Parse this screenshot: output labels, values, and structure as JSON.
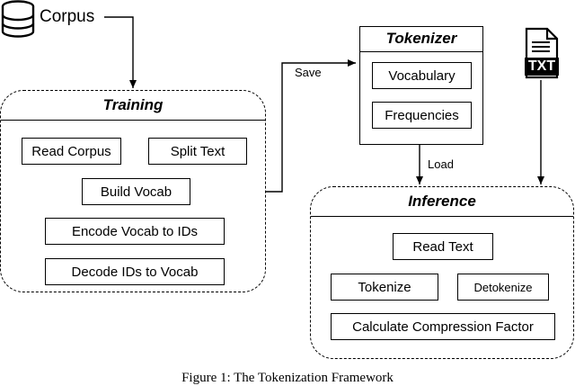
{
  "corpus": {
    "label": "Corpus",
    "icon": "database-icon"
  },
  "training": {
    "title": "Training",
    "steps": {
      "read_corpus": "Read Corpus",
      "split_text": "Split Text",
      "build_vocab": "Build Vocab",
      "encode": "Encode Vocab to IDs",
      "decode": "Decode IDs to Vocab"
    }
  },
  "tokenizer": {
    "title": "Tokenizer",
    "items": {
      "vocabulary": "Vocabulary",
      "frequencies": "Frequencies"
    }
  },
  "inference": {
    "title": "Inference",
    "steps": {
      "read_text": "Read Text",
      "tokenize": "Tokenize",
      "detokenize": "Detokenize",
      "compression": "Calculate Compression Factor"
    }
  },
  "edges": {
    "save": "Save",
    "load": "Load"
  },
  "txt_file": {
    "label": "TXT",
    "icon": "txt-file-icon"
  },
  "caption": "Figure 1: The Tokenization Framework"
}
